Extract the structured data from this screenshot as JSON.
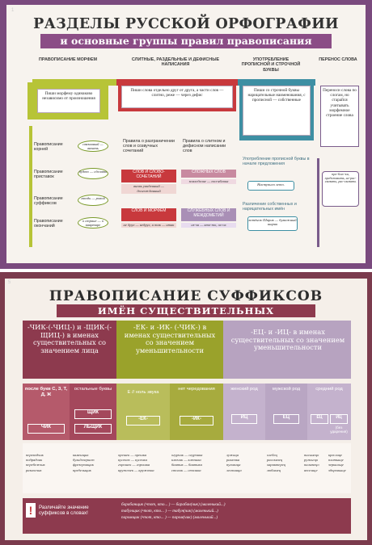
{
  "poster1": {
    "page_number": "1",
    "title": "РАЗДЕЛЫ РУССКОЙ ОРФОГРАФИИ",
    "subtitle": "и основные группы правил правописания",
    "columns": [
      {
        "header": "ПРАВОПИСАНИЕ МОРФЕМ",
        "rule": "Пиши морфему одинаково независимо от произношения"
      },
      {
        "header": "СЛИТНЫЕ, РАЗДЕЛЬНЫЕ И ДЕФИСНЫЕ НАПИСАНИЯ",
        "rule": "Пиши слова отдельно друг от друга, а части слов — слитно, реже — через дефис"
      },
      {
        "header": "УПОТРЕБЛЕНИЕ ПРОПИСНОЙ И СТРОЧНОЙ БУКВЫ",
        "rule": "Пиши со строчной буквы нарицательные наименования, с прописной — собственные"
      },
      {
        "header": "ПЕРЕНОС СЛОВА",
        "rule": "Переноси слова по слогам, но старайся учитывать морфемное строение слова"
      }
    ],
    "morph_items": [
      {
        "label": "Правописание корней",
        "example": "связанный — вязать"
      },
      {
        "label": "Правописание приставок",
        "example": "будто — сделать"
      },
      {
        "label": "Правописание суффиксов",
        "example": "гвоздь — ровой"
      },
      {
        "label": "Правописание окончаний",
        "example": "о стране — о квартире"
      }
    ],
    "mid_rules": [
      "Правила о разграничении слов и созвучных сочетаний",
      "Правила о слитном и дефисном написании слов"
    ],
    "mid_bands": [
      {
        "label": "СЛОВ И СЛОВО-СОЧЕТАНИЙ",
        "example": "вновь увиденный — долгожданный"
      },
      {
        "label": "СЛОЖНЫХ СЛОВ",
        "example": "земледелие — пол-яблока"
      },
      {
        "label": "СЛОВ И МОРФЕМ",
        "example": "не друг — недруг, и так — итак"
      },
      {
        "label": "СЛУЖЕБНЫХ СЛОВ И МЕЖДОМЕТИЙ",
        "example": "из-за — кто-то, ох-ох"
      }
    ],
    "caps_items": [
      {
        "label": "Употребление прописной буквы в начале предложения",
        "example": "Наступило лето."
      },
      {
        "label": "Различение собственных и нарицательных имён",
        "example": "котёнок Шарик — бумажный шарик"
      }
    ],
    "hyph_example": "про-блес-ки, представить, не-рас-сказать, рас-сказать"
  },
  "poster2": {
    "page_number": "5",
    "title": "ПРАВОПИСАНИЕ СУФФИКСОВ",
    "subtitle": "ИМЁН СУЩЕСТВИТЕЛЬНЫХ",
    "groups": [
      {
        "heading": "-ЧИК-(-ЧИЦ-) и -ЩИК-(-ЩИЦ-) в именах существительных со значением лица"
      },
      {
        "heading": "-ЕК- и -ИК- (-ЧИК-) в именах существительных со значением уменьшительности"
      },
      {
        "heading": "-ЕЦ- и -ИЦ- в именах существительных со значением уменьшительности"
      }
    ],
    "subcols": [
      {
        "head": "после букв С, З, Т, Д, Ж",
        "suffix": "ЧИК",
        "examples": [
          "переводчик",
          "подрядчик",
          "перебежчик",
          "разносчик"
        ]
      },
      {
        "head": "остальные буквы",
        "suffix": "ЩИК",
        "suffix2": "ЛЬЩИК",
        "examples": [
          "каменщик",
          "бульдозерист",
          "фрезеровщик",
          "предельщик"
        ]
      },
      {
        "head": "Е // ноль звука",
        "suffix": "-ЕК-",
        "examples": [
          "орешек — орешка",
          "кусочек — кусочка",
          "горошек — горошка",
          "кружочек — кружочка"
        ]
      },
      {
        "head": "нет чередования",
        "suffix": "-ИК-",
        "examples": [
          "огурчик — огурчика",
          "ключик — ключика",
          "бантик — бантика",
          "столик — столика"
        ]
      },
      {
        "head": "женский род",
        "suffix": "ИЦ",
        "examples": [
          "лужица",
          "рамочка",
          "пуговица",
          "лестница"
        ]
      },
      {
        "head": "мужской род",
        "suffix": "ЕЦ",
        "examples": [
          "хлебец",
          "рассказец",
          "характерец",
          "любимец"
        ]
      },
      {
        "head": "средний род",
        "suffix": "ЕЦ",
        "suffix2": "ИЦ",
        "note": "(без ударения)",
        "examples": [
          "письмецо",
          "ружьецо",
          "пальтецо",
          "веселице"
        ]
      },
      {
        "head": "",
        "suffix": "",
        "examples": [
          "креслице",
          "платьице",
          "зеркальце",
          "здоровьице"
        ]
      }
    ],
    "warning_mark": "!",
    "warning": "Различайте значение суффиксов в словах!",
    "warning_examples": [
      "барабанщик (•тот, кто... ) — барабан(чик) (маленький...)",
      "табунщик (•тот, кто... ) — табун(чик) (маленький...)",
      "паромщик (•тот, кто... ) — паром(чик) (маленький...)"
    ]
  },
  "colors": {
    "frame1": "#7a4a7e",
    "frame2": "#7b3b4d",
    "maroon": "#8d3a4e",
    "red": "#c8393d",
    "olive": "#9aa22b",
    "teal": "#3e8fa3",
    "lavender": "#a98fb6",
    "rose": "#c88aa0"
  }
}
